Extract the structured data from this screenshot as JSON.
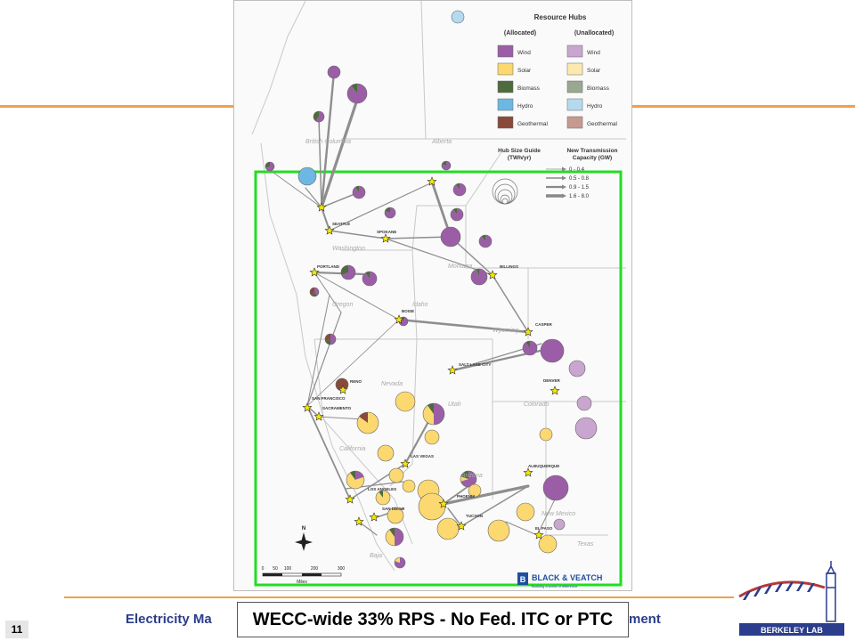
{
  "slide": {
    "number": "11",
    "footer_left": "Electricity Ma",
    "footer_right": "ment",
    "caption": "WECC-wide 33% RPS - No Fed. ITC or PTC",
    "accent_line_color": "#f0a04b",
    "footer_text_color": "#2b3d8c",
    "highlight_box_color": "#22dd22"
  },
  "legend": {
    "title": "Resource Hubs",
    "col_allocated": "(Allocated)",
    "col_unallocated": "(Unallocated)",
    "items": [
      {
        "label": "Wind",
        "allocated_color": "#9b5ea6",
        "unallocated_color": "#c9a6cf"
      },
      {
        "label": "Solar",
        "allocated_color": "#fbd870",
        "unallocated_color": "#fde9b0"
      },
      {
        "label": "Biomass",
        "allocated_color": "#4d6b3c",
        "unallocated_color": "#9aa88f"
      },
      {
        "label": "Hydro",
        "allocated_color": "#6db8e3",
        "unallocated_color": "#b5daf0"
      },
      {
        "label": "Geothermal",
        "allocated_color": "#8a4a3a",
        "unallocated_color": "#c79a8f"
      }
    ],
    "size_guide_title_1": "Hub Size Guide",
    "size_guide_title_2": "(TWh/yr)",
    "transmission_title_1": "New Transmission",
    "transmission_title_2": "Capacity (GW)",
    "transmission_classes": [
      "0 - 0.4",
      "0.5 - 0.8",
      "0.9 - 1.5",
      "1.6 - 8.0"
    ]
  },
  "regions": [
    "British Columbia",
    "Alberta",
    "Washington",
    "Montana",
    "Oregon",
    "Idaho",
    "Wyoming",
    "Nevada",
    "Utah",
    "Colorado",
    "California",
    "Arizona",
    "New Mexico",
    "Texas",
    "Baja"
  ],
  "cities": [
    "SEATTLE",
    "SPOKANE",
    "PORTLAND",
    "BOISE",
    "BILLINGS",
    "CASPER",
    "SALT LAKE CITY",
    "DENVER",
    "RENO",
    "SAN FRANCISCO",
    "SACRAMENTO",
    "LAS VEGAS",
    "LOS ANGELES",
    "SAN DIEGO",
    "PHOENIX",
    "TUCSON",
    "ALBUQUERQUE",
    "EL PASO"
  ],
  "scale_bar": {
    "ticks": [
      "0",
      "50",
      "100",
      "200",
      "300"
    ],
    "unit": "Miles"
  },
  "compass": "N",
  "branding": {
    "map_logo": "BLACK & VEATCH",
    "map_logo_tag": "Building a world of difference",
    "lab_logo": "BERKELEY LAB"
  }
}
